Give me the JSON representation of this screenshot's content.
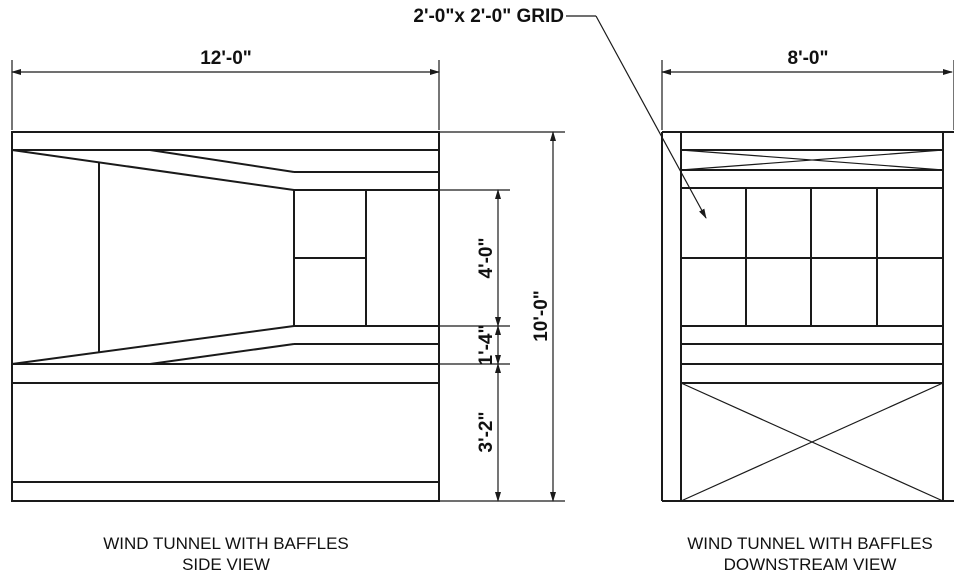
{
  "callout": {
    "grid_label": "2'-0\"x 2'-0\" GRID"
  },
  "side_view": {
    "width_dim": "12'-0\"",
    "opening_dim": "4'-0\"",
    "offset_dim": "1'-4\"",
    "base_dim": "3'-2\"",
    "height_dim": "10'-0\"",
    "caption_line1": "WIND TUNNEL WITH BAFFLES",
    "caption_line2": "SIDE VIEW"
  },
  "downstream_view": {
    "width_dim": "8'-0\"",
    "caption_line1": "WIND TUNNEL WITH BAFFLES",
    "caption_line2": "DOWNSTREAM VIEW"
  }
}
